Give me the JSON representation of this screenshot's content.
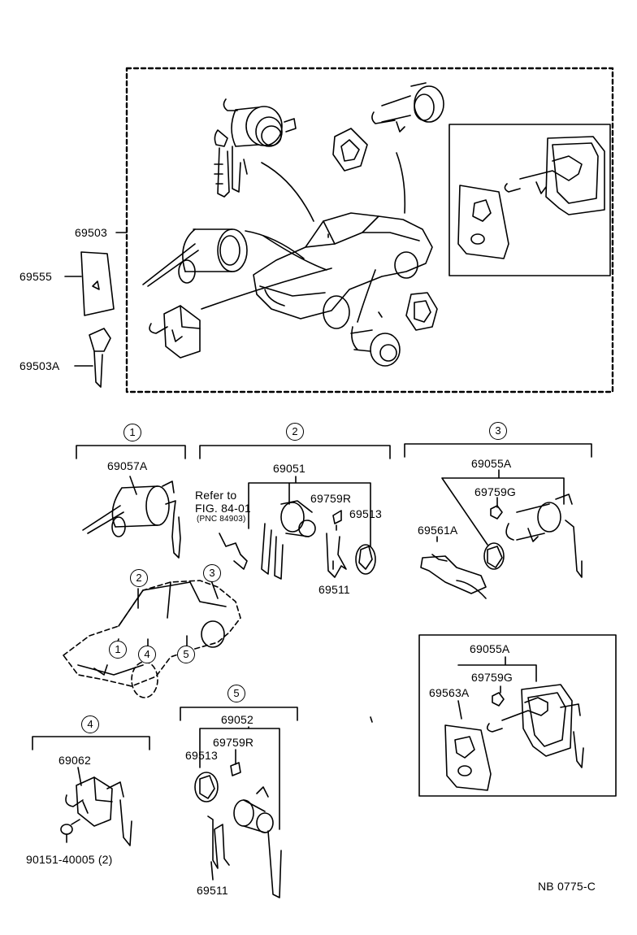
{
  "colors": {
    "ink": "#000000",
    "paper": "#ffffff"
  },
  "labels": {
    "kit_main": "69503",
    "tag": "69555",
    "key_blank": "69503A",
    "ignition_cyl": "69057A",
    "door_cyl_set": "69051",
    "refer_line1": "Refer to",
    "refer_line2": "FIG. 84-01",
    "refer_line3": "(PNC 84903)",
    "clip_r_a": "69759R",
    "pad_a": "69513",
    "retainer_a": "69511",
    "trunk_cyl_a": "69055A",
    "clip_g_a": "69759G",
    "trunk_plate_a": "69561A",
    "trunk_cyl_b": "69055A",
    "clip_g_b": "69759G",
    "trunk_pad_b": "69563A",
    "glove_cyl": "69062",
    "glove_screw": "90151-40005 (2)",
    "door_cyl_set_b": "69052",
    "clip_r_b": "69759R",
    "pad_b": "69513",
    "retainer_b": "69511",
    "drawing_code": "NB 0775-C"
  },
  "callouts": {
    "c1": "1",
    "c2": "2",
    "c3": "3",
    "c4": "4",
    "c5": "5",
    "car1": "1",
    "car2": "2",
    "car3": "3",
    "car4": "4",
    "car5": "5"
  }
}
